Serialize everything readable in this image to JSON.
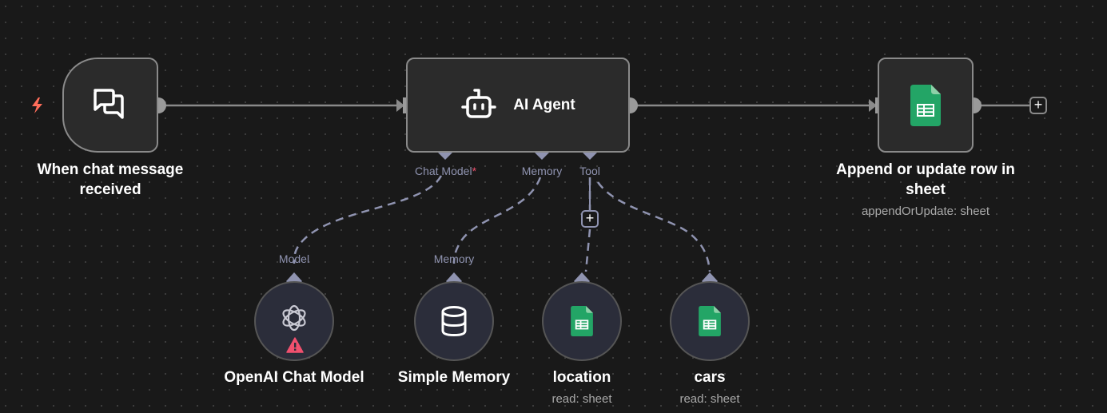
{
  "colors": {
    "background": "#191919",
    "node_fill": "#2b2b2b",
    "node_border": "#8a8a8a",
    "sub_node_fill": "#2b2d3a",
    "connector_main": "#8a8a8a",
    "connector_sub": "#8f93b0",
    "trigger_bolt": "#ff6d5a",
    "warning": "#f0506e",
    "sheets_green": "#23a566"
  },
  "nodes": {
    "trigger": {
      "title": "When chat message received",
      "icon": "chat-bubbles-icon"
    },
    "agent": {
      "title": "AI Agent",
      "icon": "robot-icon",
      "ports": {
        "chat_model": "Chat Model",
        "chat_model_required": "*",
        "memory": "Memory",
        "tool": "Tool"
      }
    },
    "sheet_output": {
      "title": "Append or update row in sheet",
      "subtitle": "appendOrUpdate: sheet",
      "icon": "google-sheets-icon"
    },
    "openai": {
      "title": "OpenAI Chat Model",
      "port_label": "Model",
      "icon": "openai-icon",
      "status": "warning"
    },
    "memory": {
      "title": "Simple Memory",
      "port_label": "Memory",
      "icon": "database-icon"
    },
    "location": {
      "title": "location",
      "subtitle": "read: sheet",
      "icon": "google-sheets-icon"
    },
    "cars": {
      "title": "cars",
      "subtitle": "read: sheet",
      "icon": "google-sheets-icon"
    }
  },
  "buttons": {
    "add_after_sheet": "+",
    "add_tool": "+"
  }
}
